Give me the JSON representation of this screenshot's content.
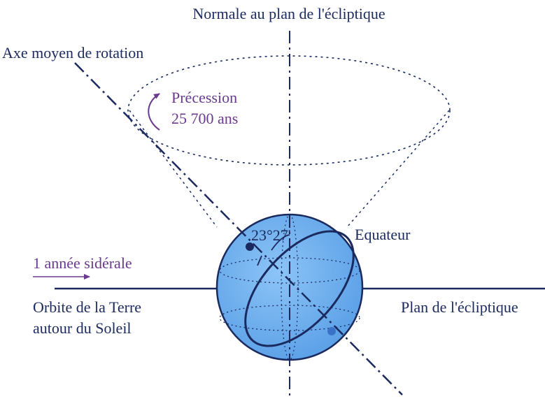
{
  "labels": {
    "normal": "Normale au plan de l'écliptique",
    "axis": "Axe moyen de rotation",
    "precession_line1": "Précession",
    "precession_line2": "25 700 ans",
    "angle": "23°27'",
    "equator": "Equateur",
    "year": "1 année sidérale",
    "orbit_line1": "Orbite de la Terre",
    "orbit_line2": "autour du Soleil",
    "ecliptic": "Plan de l'écliptique"
  },
  "colors": {
    "line": "#1b2a5e",
    "globe_fill": "#6eaef0",
    "precession_text": "#6a3a8e"
  }
}
